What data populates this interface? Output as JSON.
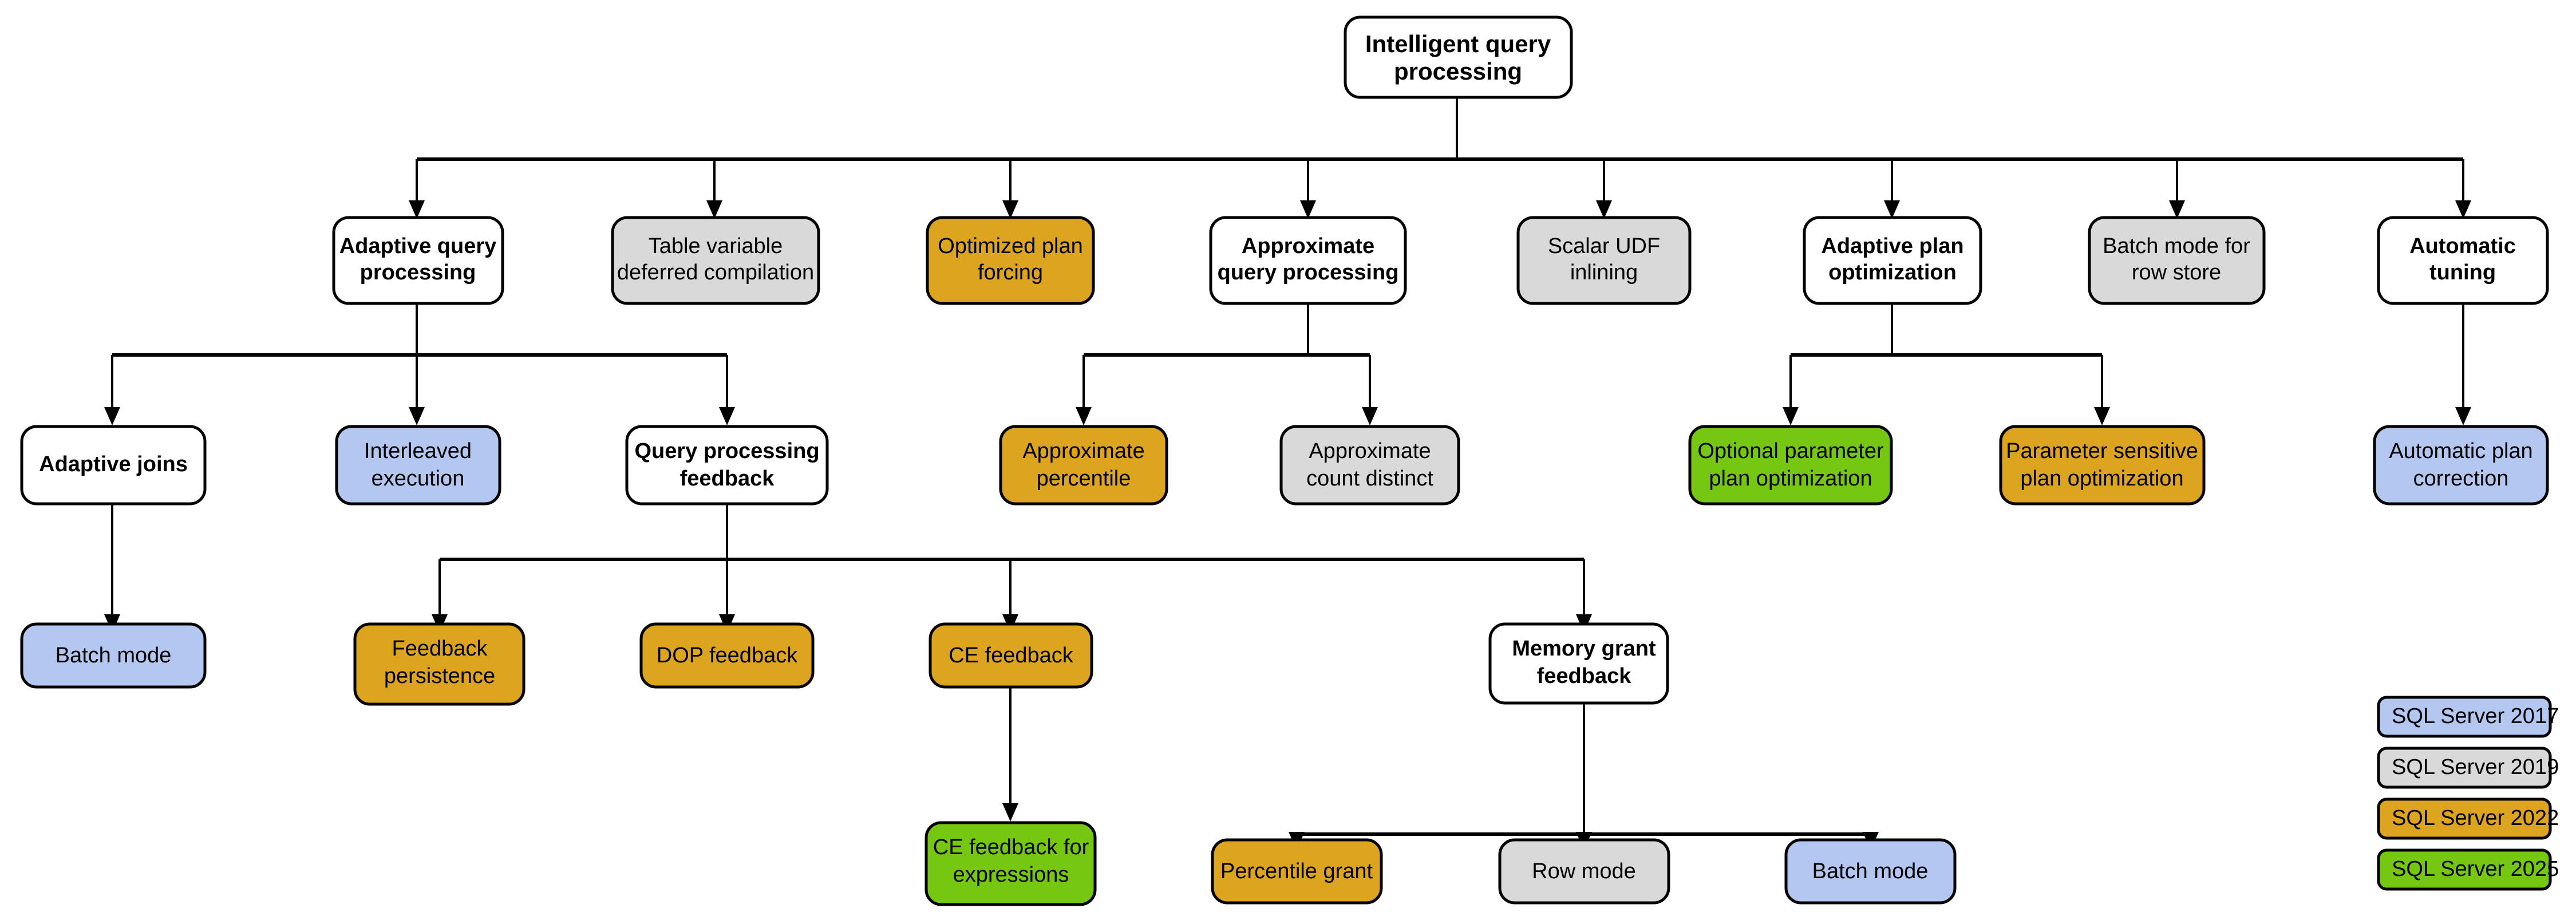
{
  "diagram": {
    "title": "Intelligent query processing",
    "palette": {
      "sql2017": "#b3c7f0",
      "sql2019": "#d9d9d9",
      "sql2022": "#dda41f",
      "sql2025": "#76c711",
      "default": "#ffffff",
      "stroke": "#000000",
      "text": "#000000"
    },
    "nodes": {
      "root": {
        "label_line1": "Intelligent query",
        "label_line2": "processing",
        "fill": "default"
      },
      "adaptive_query_processing": {
        "label_line1": "Adaptive query",
        "label_line2": "processing",
        "fill": "default"
      },
      "table_variable_deferred_compilation": {
        "label_line1": "Table variable",
        "label_line2": "deferred compilation",
        "fill": "sql2019"
      },
      "optimized_plan_forcing": {
        "label_line1": "Optimized plan",
        "label_line2": "forcing",
        "fill": "sql2022"
      },
      "approximate_query_processing": {
        "label_line1": "Approximate",
        "label_line2": "query processing",
        "fill": "default"
      },
      "scalar_udf_inlining": {
        "label_line1": "Scalar UDF",
        "label_line2": "inlining",
        "fill": "sql2019"
      },
      "adaptive_plan_optimization": {
        "label_line1": "Adaptive plan",
        "label_line2": "optimization",
        "fill": "default"
      },
      "batch_mode_for_row_store": {
        "label_line1": "Batch mode for",
        "label_line2": "row store",
        "fill": "sql2019"
      },
      "automatic_tuning": {
        "label_line1": "Automatic",
        "label_line2": "tuning",
        "fill": "default"
      },
      "adaptive_joins": {
        "label_line1": "Adaptive joins",
        "label_line2": "",
        "fill": "default"
      },
      "interleaved_execution": {
        "label_line1": "Interleaved",
        "label_line2": "execution",
        "fill": "sql2017"
      },
      "query_processing_feedback": {
        "label_line1": "Query processing",
        "label_line2": "feedback",
        "fill": "default"
      },
      "approximate_percentile": {
        "label_line1": "Approximate",
        "label_line2": "percentile",
        "fill": "sql2022"
      },
      "approximate_count_distinct": {
        "label_line1": "Approximate",
        "label_line2": "count distinct",
        "fill": "sql2019"
      },
      "optional_parameter_plan_optimization": {
        "label_line1": "Optional parameter",
        "label_line2": "plan optimization",
        "fill": "sql2025"
      },
      "parameter_sensitive_plan_optimization": {
        "label_line1": "Parameter sensitive",
        "label_line2": "plan optimization",
        "fill": "sql2022"
      },
      "automatic_plan_correction": {
        "label_line1": "Automatic plan",
        "label_line2": "correction",
        "fill": "sql2017"
      },
      "batch_mode": {
        "label_line1": "Batch mode",
        "label_line2": "",
        "fill": "sql2017"
      },
      "feedback_persistence": {
        "label_line1": "Feedback",
        "label_line2": "persistence",
        "fill": "sql2022"
      },
      "dop_feedback": {
        "label_line1": "DOP feedback",
        "label_line2": "",
        "fill": "sql2022"
      },
      "ce_feedback": {
        "label_line1": "CE feedback",
        "label_line2": "",
        "fill": "sql2022"
      },
      "memory_grant_feedback": {
        "label_line1": "Memory grant",
        "label_line2": "feedback",
        "fill": "default"
      },
      "ce_feedback_for_expressions": {
        "label_line1": "CE feedback for",
        "label_line2": "expressions",
        "fill": "sql2025"
      },
      "percentile_grant": {
        "label_line1": "Percentile grant",
        "label_line2": "",
        "fill": "sql2022"
      },
      "row_mode": {
        "label_line1": "Row mode",
        "label_line2": "",
        "fill": "sql2019"
      },
      "batch_mode_mgf": {
        "label_line1": "Batch mode",
        "label_line2": "",
        "fill": "sql2017"
      }
    },
    "legend": {
      "items": [
        {
          "label": "SQL Server 2017",
          "fill": "sql2017"
        },
        {
          "label": "SQL Server 2019",
          "fill": "sql2019"
        },
        {
          "label": "SQL Server 2022",
          "fill": "sql2022"
        },
        {
          "label": "SQL Server 2025",
          "fill": "sql2025"
        }
      ]
    }
  }
}
